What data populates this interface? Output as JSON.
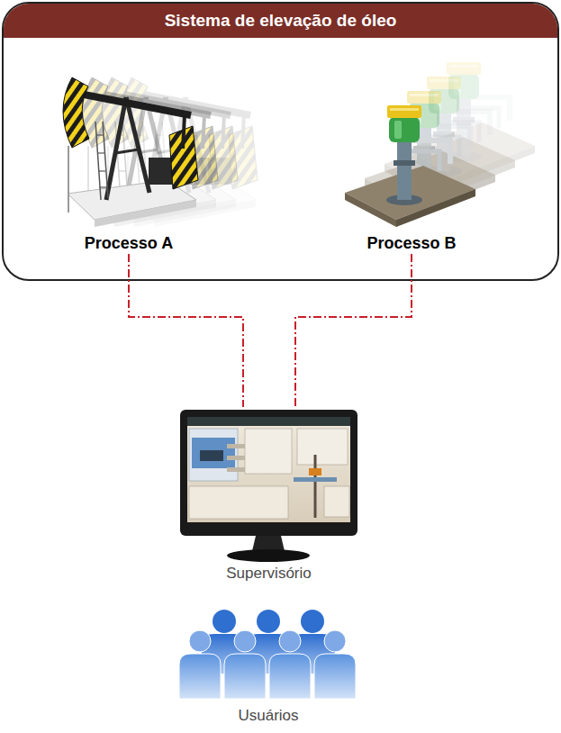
{
  "diagram": {
    "nodes": [
      {
        "text": [
          "Sistema de elevação de óleo"
        ]
      },
      {
        "text": [
          "Processo A"
        ],
        "in": 0
      },
      {
        "text": [
          "Processo B"
        ],
        "in": 0
      },
      {
        "text": [
          "Supervisório"
        ]
      },
      {
        "text": [
          "Usuários"
        ]
      }
    ],
    "edges": [
      {
        "from": 1,
        "to": 3,
        "arrow": "none"
      },
      {
        "from": 2,
        "to": 3,
        "arrow": "none"
      }
    ]
  }
}
